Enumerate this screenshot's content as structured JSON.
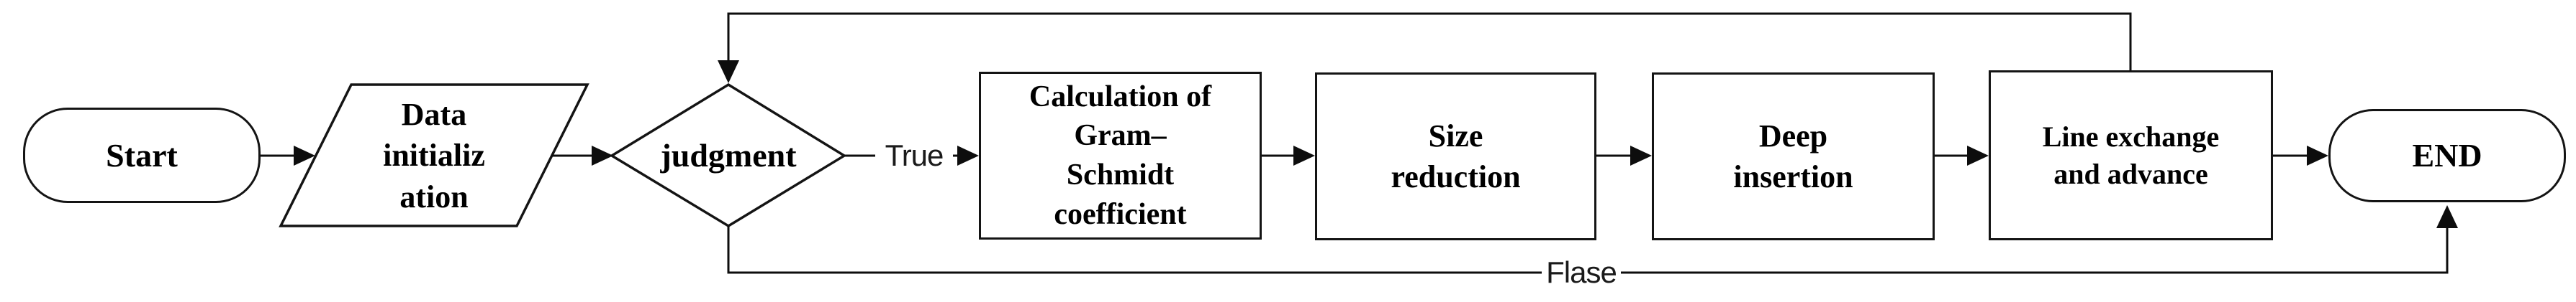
{
  "diagram": {
    "type": "flowchart",
    "background": "#ffffff",
    "stroke_color": "#0d0d0d",
    "text_color": "#000000"
  },
  "nodes": [
    {
      "id": "start",
      "type": "terminator",
      "label": "Start"
    },
    {
      "id": "data-init",
      "type": "parallelogram",
      "label": "Data\ninitializ\nation"
    },
    {
      "id": "judgment",
      "type": "decision",
      "label": "judgment"
    },
    {
      "id": "gram-schmidt",
      "type": "process",
      "label": "Calculation of\nGram–\nSchmidt\ncoefficient"
    },
    {
      "id": "size-reduction",
      "type": "process",
      "label": "Size\nreduction"
    },
    {
      "id": "deep-insertion",
      "type": "process",
      "label": "Deep\ninsertion"
    },
    {
      "id": "line-exchange",
      "type": "process",
      "label": "Line exchange\nand advance"
    },
    {
      "id": "end",
      "type": "terminator",
      "label": "END"
    }
  ],
  "edges": {
    "true_label": "True",
    "false_label": "Flase"
  }
}
